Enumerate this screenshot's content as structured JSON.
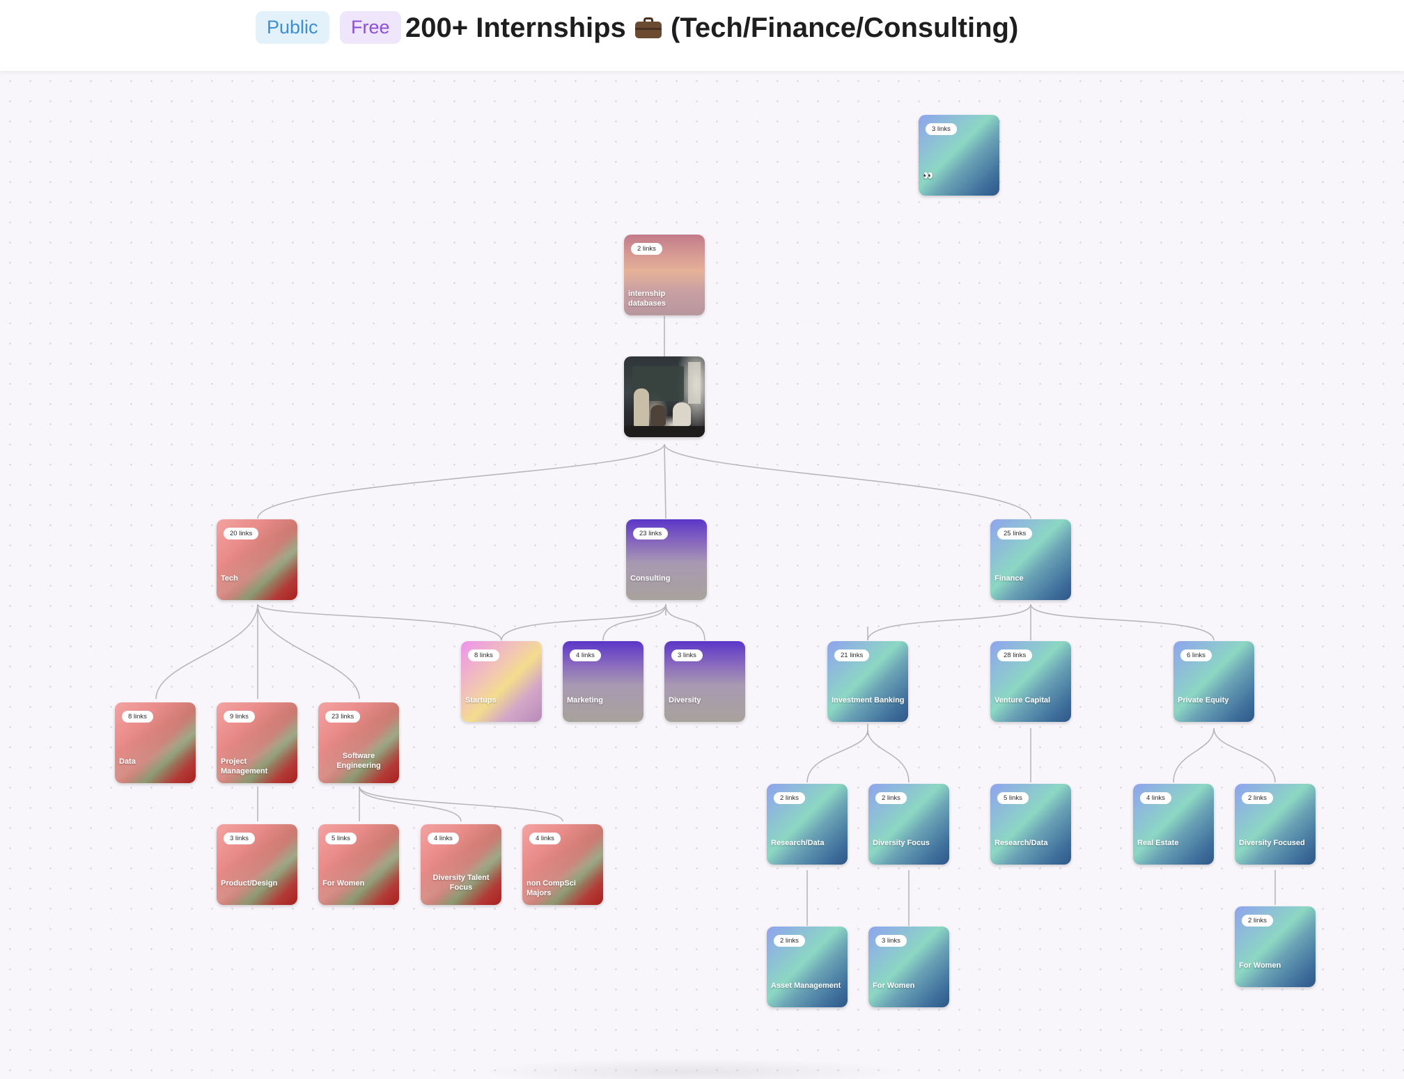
{
  "header": {
    "badges": {
      "public": "Public",
      "free": "Free"
    },
    "title_before": "200+ Internships",
    "title_icon": "briefcase-icon",
    "title_after": "(Tech/Finance/Consulting)"
  },
  "nodes": {
    "top_right": {
      "links": "3 links",
      "label": "👀"
    },
    "internship_databases": {
      "links": "2 links",
      "label": "internship databases"
    },
    "root_image": {
      "image": "classroom-photo"
    },
    "tech": {
      "links": "20 links",
      "label": "Tech"
    },
    "consulting": {
      "links": "23 links",
      "label": "Consulting"
    },
    "finance": {
      "links": "25 links",
      "label": "Finance"
    },
    "startups": {
      "links": "8 links",
      "label": "Startups"
    },
    "marketing": {
      "links": "4 links",
      "label": "Marketing"
    },
    "diversity": {
      "links": "3 links",
      "label": "Diversity"
    },
    "investment_banking": {
      "links": "21 links",
      "label": "Investment Banking"
    },
    "venture_capital": {
      "links": "28 links",
      "label": "Venture Capital"
    },
    "private_equity": {
      "links": "6 links",
      "label": "Private Equity"
    },
    "data": {
      "links": "8 links",
      "label": "Data"
    },
    "project_management": {
      "links": "9 links",
      "label": "Project Management"
    },
    "software_engineering": {
      "links": "23 links",
      "label": "Software Engineering"
    },
    "product_design": {
      "links": "3 links",
      "label": "Product/Design"
    },
    "se_for_women": {
      "links": "5 links",
      "label": "For Women"
    },
    "diversity_talent": {
      "links": "4 links",
      "label": "Diversity Talent Focus"
    },
    "non_compsci": {
      "links": "4 links",
      "label": "non CompSci Majors"
    },
    "ib_research": {
      "links": "2 links",
      "label": "Research/Data"
    },
    "ib_diversity_focus": {
      "links": "2 links",
      "label": "Diversity Focus"
    },
    "vc_research": {
      "links": "5 links",
      "label": "Research/Data"
    },
    "real_estate": {
      "links": "4 links",
      "label": "Real Estate"
    },
    "pe_diversity_focused": {
      "links": "2 links",
      "label": "Diversity Focused"
    },
    "asset_management": {
      "links": "2 links",
      "label": "Asset Management"
    },
    "ib_for_women": {
      "links": "3 links",
      "label": "For Women"
    },
    "pe_for_women": {
      "links": "2 links",
      "label": "For Women"
    }
  },
  "colors": {
    "tech_theme": "#e98b89",
    "finance_theme": "#8cd7c3",
    "consulting_theme": "#5b36c9",
    "badge_public": "#3b8fd6",
    "badge_free": "#8b4fd8"
  }
}
